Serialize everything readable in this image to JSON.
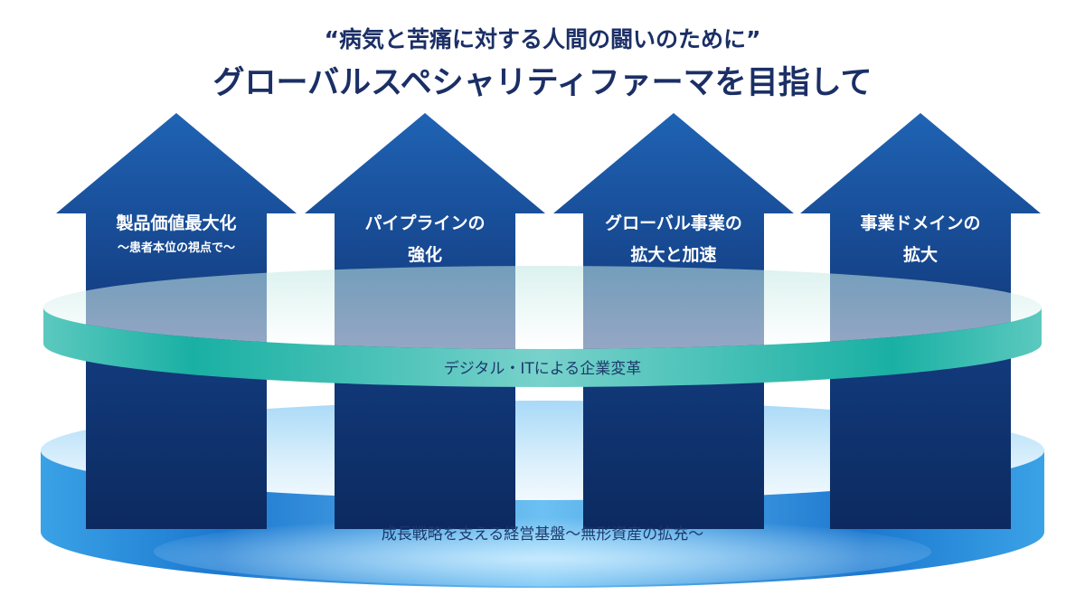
{
  "header": {
    "subtitle": "“病気と苦痛に対する人間の闘いのために”",
    "title": "グローバルスペシャリティファーマを目指して"
  },
  "arrows": [
    {
      "line1": "製品価値最大化",
      "line2": "〜患者本位の視点で〜"
    },
    {
      "line1": "パイプラインの",
      "line2": "強化"
    },
    {
      "line1": "グローバル事業の",
      "line2": "拡大と加速"
    },
    {
      "line1": "事業ドメインの",
      "line2": "拡大"
    }
  ],
  "middle_band": {
    "label": "デジタル・ITによる企業変革"
  },
  "bottom_base": {
    "label": "成長戦略を支える経営基盤〜無形資産の拡充〜"
  },
  "colors": {
    "title_navy": "#1b2f66",
    "arrow_top": "#1f63b4",
    "arrow_bottom": "#0c2a60",
    "teal_band": "#14b0a4",
    "blue_base": "#1b7fd6"
  }
}
